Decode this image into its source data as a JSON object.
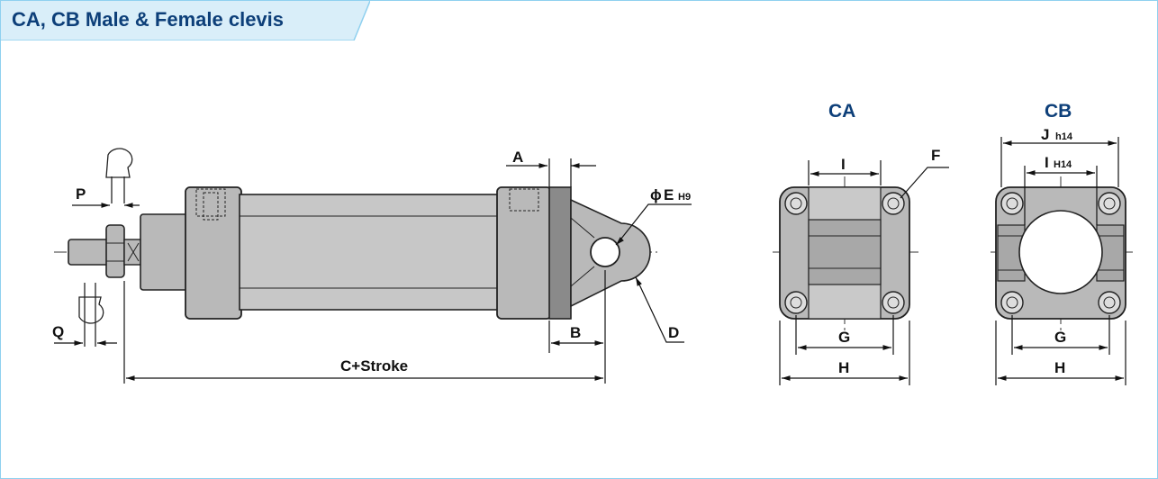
{
  "title": "CA, CB Male & Female clevis",
  "colors": {
    "title_text": "#0d3f79",
    "title_tab": "#d9eef9",
    "frame_border": "#8fd0ef",
    "part_fill": "#b9b9b9",
    "part_dark": "#8a8a8a"
  },
  "views": {
    "ca_label": "CA",
    "cb_label": "CB"
  },
  "dims": {
    "P": "P",
    "Q": "Q",
    "A": "A",
    "B": "B",
    "D": "D",
    "E_symbol": "ϕ",
    "E": "E",
    "E_tol": "H9",
    "F": "F",
    "C_stroke": "C+Stroke",
    "I": "I",
    "I_cb": "I",
    "I_tol": "H14",
    "J": "J",
    "J_tol": "h14",
    "G_ca": "G",
    "H_ca": "H",
    "G_cb": "G",
    "H_cb": "H"
  }
}
